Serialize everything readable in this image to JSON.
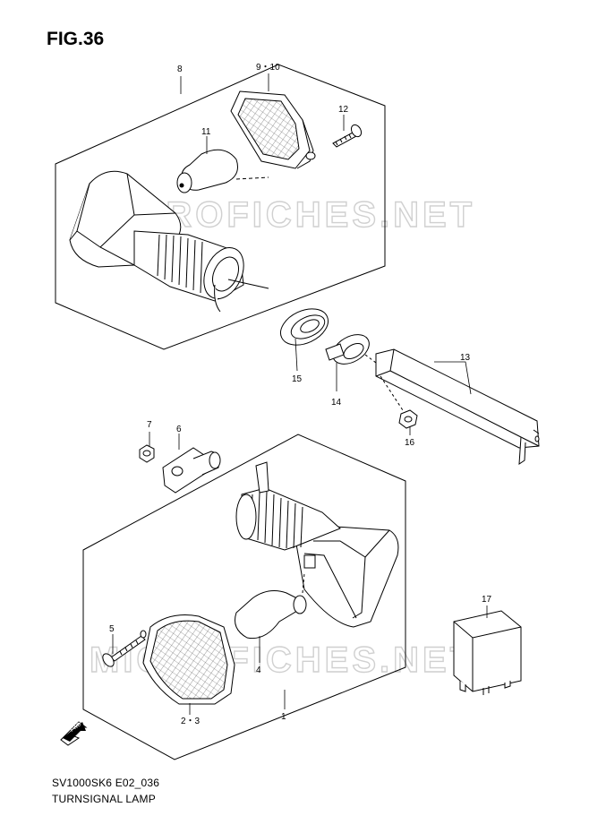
{
  "figure": {
    "title": "FIG.36",
    "model_code": "SV1000SK6 E02_036",
    "caption": "TURNSIGNAL LAMP",
    "watermark": "MICROFICHES.NET",
    "fwd_label": "FWD"
  },
  "callouts": [
    {
      "id": "c8",
      "label": "8"
    },
    {
      "id": "c9",
      "label": "9・10"
    },
    {
      "id": "c11",
      "label": "11"
    },
    {
      "id": "c12",
      "label": "12"
    },
    {
      "id": "c13",
      "label": "13"
    },
    {
      "id": "c14",
      "label": "14"
    },
    {
      "id": "c15",
      "label": "15"
    },
    {
      "id": "c16",
      "label": "16"
    },
    {
      "id": "c7",
      "label": "7"
    },
    {
      "id": "c6",
      "label": "6"
    },
    {
      "id": "c5",
      "label": "5"
    },
    {
      "id": "c4",
      "label": "4"
    },
    {
      "id": "c23",
      "label": "2・3"
    },
    {
      "id": "c1",
      "label": "1"
    },
    {
      "id": "c17",
      "label": "17"
    }
  ],
  "colors": {
    "line": "#000000",
    "watermark": "#d9d9d9",
    "background": "#ffffff"
  }
}
